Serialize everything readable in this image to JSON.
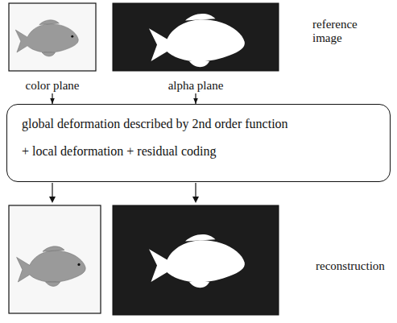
{
  "diagram": {
    "nodes": [
      {
        "text": [
          "color plane"
        ]
      },
      {
        "text": [
          "alpha plane"
        ]
      },
      {
        "text": [
          "global deformation described by 2nd order function",
          "+ local deformation + residual coding"
        ]
      }
    ],
    "edges": [
      {
        "from": 0,
        "to": 2,
        "arrow": "to"
      },
      {
        "from": 1,
        "to": 2,
        "arrow": "to"
      }
    ],
    "labels": [
      "reference image",
      "reconstruction"
    ]
  }
}
